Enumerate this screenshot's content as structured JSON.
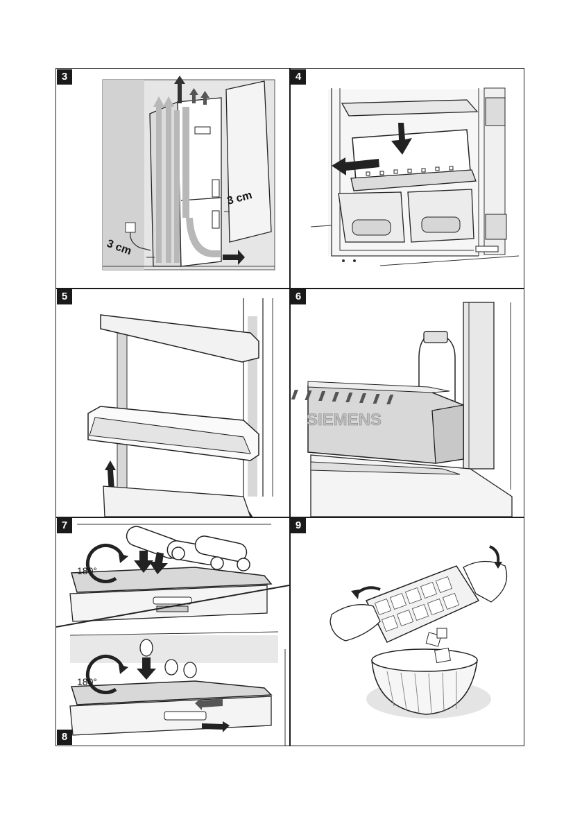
{
  "panels": [
    {
      "number": "3",
      "labels": {
        "gap_side": "3 cm",
        "gap_back": "3 cm"
      }
    },
    {
      "number": "4"
    },
    {
      "number": "5"
    },
    {
      "number": "6",
      "brand": "SIEMENS"
    },
    {
      "number": "7",
      "rotation": "180°"
    },
    {
      "number": "8",
      "rotation": "180°"
    },
    {
      "number": "9"
    }
  ],
  "colors": {
    "line": "#1a1a1a",
    "gray": "#b8b8b8",
    "light": "#e2e2e2",
    "arrow": "#2a2a2a"
  }
}
